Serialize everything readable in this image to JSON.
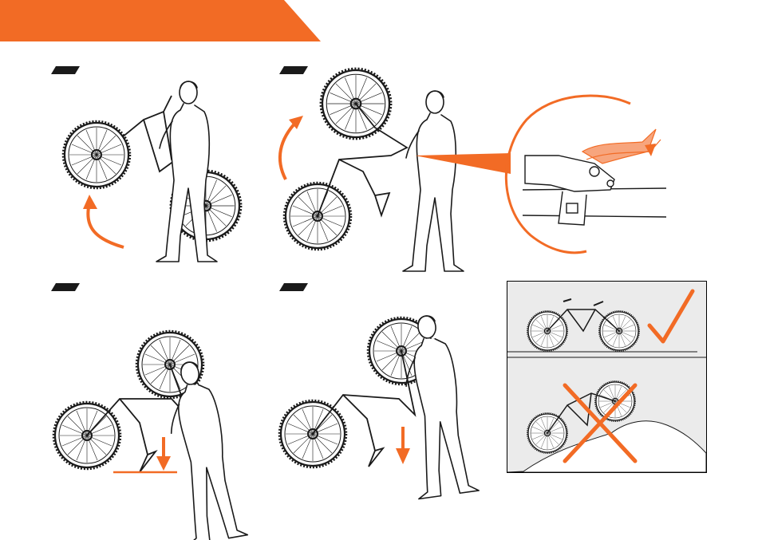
{
  "colors": {
    "accent": "#f26b25",
    "ink": "#1a1a1a",
    "panel_bg": "#ebebeb",
    "step_tab": "#1a1a1a"
  },
  "steps": [
    {
      "icon": "lift-rear-wheel-illustration"
    },
    {
      "icon": "stand-bike-upright-illustration"
    },
    {
      "icon": "lower-bike-illustration"
    },
    {
      "icon": "lower-bike-front-illustration"
    }
  ],
  "detail": {
    "icon": "brake-lever-detail-icon"
  },
  "correct_example": {
    "icon": "checkmark-icon"
  },
  "incorrect_example": {
    "icon": "cross-icon"
  }
}
